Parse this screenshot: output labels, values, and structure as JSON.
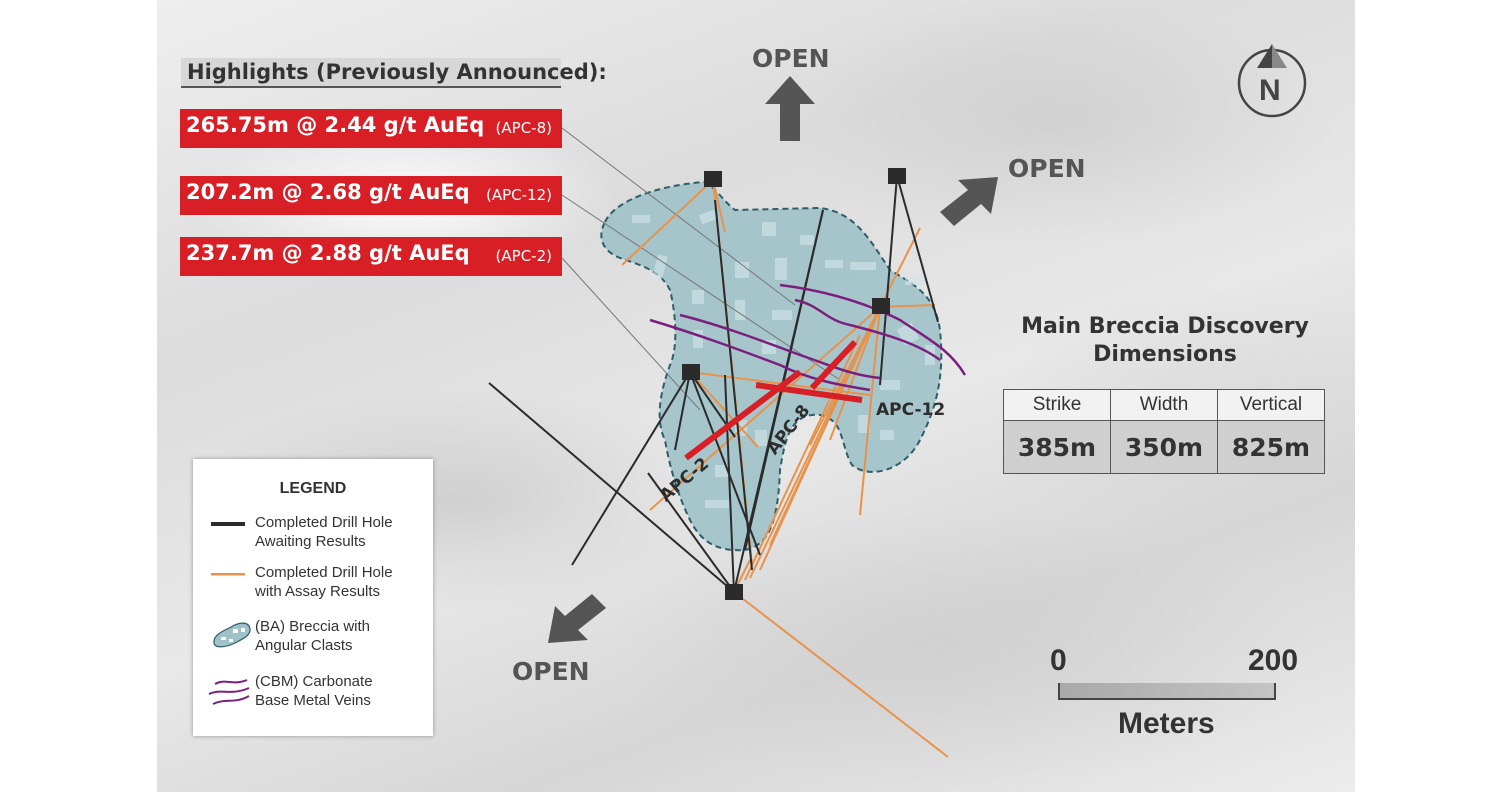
{
  "highlights": {
    "title": "Highlights (Previously Announced):",
    "items": [
      {
        "main": "265.75m @ 2.44 g/t AuEq",
        "hole": "(APC-8)"
      },
      {
        "main": "207.2m @ 2.68 g/t AuEq",
        "hole": "(APC-12)"
      },
      {
        "main": "237.7m @ 2.88 g/t AuEq",
        "hole": "(APC-2)"
      }
    ]
  },
  "open_labels": {
    "north": "OPEN",
    "northeast": "OPEN",
    "southwest": "OPEN"
  },
  "north_arrow": {
    "label": "N"
  },
  "hole_labels": {
    "apc2": "APC-2",
    "apc8": "APC-8",
    "apc12": "APC-12"
  },
  "dimensions": {
    "title_line1": "Main Breccia Discovery",
    "title_line2": "Dimensions",
    "headers": [
      "Strike",
      "Width",
      "Vertical"
    ],
    "values": [
      "385m",
      "350m",
      "825m"
    ]
  },
  "scale": {
    "start": "0",
    "end": "200",
    "unit": "Meters"
  },
  "legend": {
    "title": "LEGEND",
    "entries": [
      {
        "line1": "Completed Drill Hole",
        "line2": "Awaiting Results",
        "symbol": "black-line"
      },
      {
        "line1": "Completed Drill Hole",
        "line2": "with Assay Results",
        "symbol": "orange-line"
      },
      {
        "line1": "(BA) Breccia with",
        "line2": "Angular Clasts",
        "symbol": "breccia-polygon"
      },
      {
        "line1": "(CBM) Carbonate",
        "line2": "Base Metal Veins",
        "symbol": "purple-veins"
      }
    ]
  },
  "colors": {
    "highlight_red": "#d81f26",
    "awaiting_line": "#2b2b2b",
    "assay_line": "#e8924a",
    "breccia_fill": "#9fc2c9",
    "vein_purple": "#7b1f7e",
    "intercept_red": "#d81f26",
    "arrow_gray": "#555555"
  }
}
